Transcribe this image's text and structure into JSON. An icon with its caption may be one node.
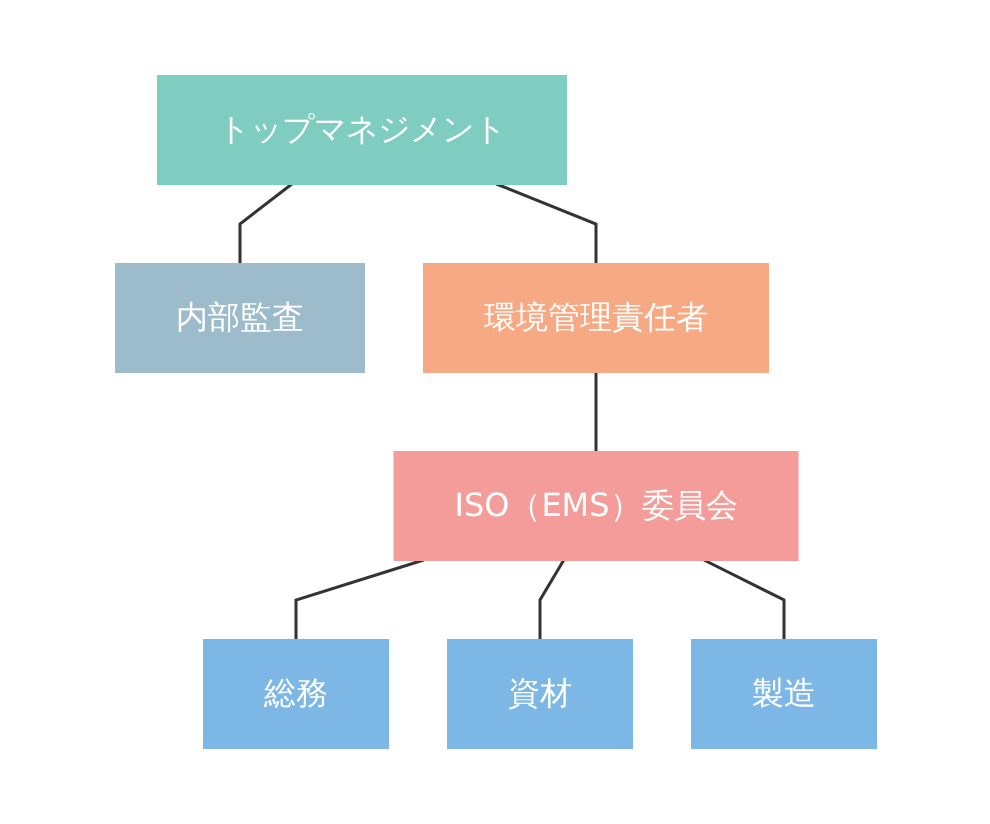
{
  "diagram": {
    "nodes": [
      {
        "text": [
          "トップマネジメント"
        ]
      },
      {
        "text": [
          "内部監査"
        ]
      },
      {
        "text": [
          "環境管理責任者"
        ]
      },
      {
        "text": [
          "ISO（EMS）委員会"
        ]
      },
      {
        "text": [
          "総務"
        ]
      },
      {
        "text": [
          "資材"
        ]
      },
      {
        "text": [
          "製造"
        ]
      }
    ],
    "edges": [
      {
        "from": 0,
        "to": 1,
        "arrow": "none"
      },
      {
        "from": 0,
        "to": 2,
        "arrow": "none"
      },
      {
        "from": 2,
        "to": 3,
        "arrow": "none"
      },
      {
        "from": 3,
        "to": 4,
        "arrow": "none"
      },
      {
        "from": 3,
        "to": 5,
        "arrow": "none"
      },
      {
        "from": 3,
        "to": 6,
        "arrow": "none"
      }
    ]
  }
}
